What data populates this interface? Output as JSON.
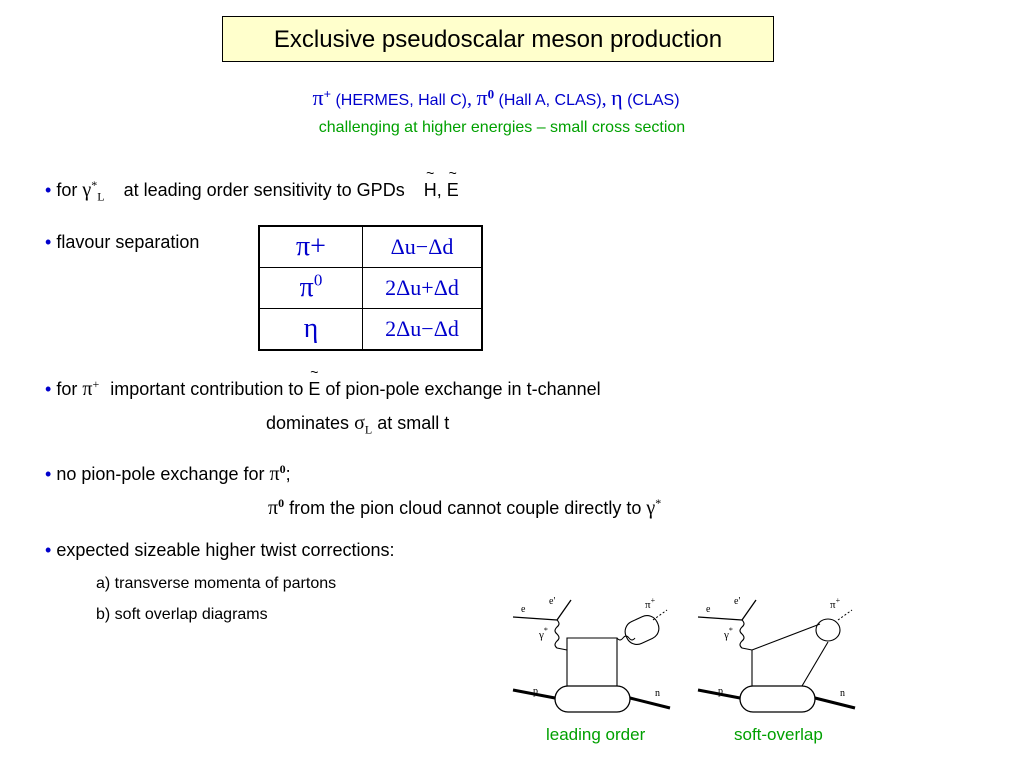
{
  "title": "Exclusive pseudoscalar meson production",
  "subtitle": {
    "pi_plus_sym": "π",
    "pi_plus_sup": "+",
    "pi_plus_src": "(HERMES, Hall C)",
    "comma": ",",
    "pi_zero_sym": "π",
    "pi_zero_sup": "0",
    "pi_zero_src": "(Hall A, CLAS)",
    "eta_sym": "η",
    "eta_src": "(CLAS)"
  },
  "note": "challenging at higher energies – small cross section",
  "bullets": {
    "b1": {
      "prefix": "for",
      "gamma": "γ",
      "sup": "*",
      "sub": "L",
      "text": "at leading order sensitivity to GPDs",
      "H": "H",
      "sep": ", ",
      "E": "E"
    },
    "b2": {
      "text": "flavour separation"
    },
    "b3": {
      "prefix": "for",
      "pi": "π",
      "sup": "+",
      "text": "important contribution to",
      "E": "E",
      "text2": "of pion-pole exchange in t-channel",
      "l2_a": "dominates",
      "sigma": "σ",
      "sub": "L",
      "l2_b": "at small t"
    },
    "b4": {
      "text": "no pion-pole exchange for",
      "pi": "π",
      "sup": "0",
      "semi": ";",
      "l2_pi": "π",
      "l2_sup": "0",
      "l2_text": "from the pion cloud cannot couple directly to",
      "l2_gamma": "γ",
      "l2_gsup": "*"
    },
    "b5": {
      "text": "expected sizeable higher twist corrections:",
      "a": "a) transverse momenta of partons",
      "b": "b) soft overlap diagrams"
    }
  },
  "table": {
    "rows": [
      {
        "meson": "π+",
        "sup": "",
        "flavour": "Δu−Δd"
      },
      {
        "meson": "π",
        "sup": "0",
        "flavour": "2Δu+Δd"
      },
      {
        "meson": "η",
        "sup": "",
        "flavour": "2Δu−Δd"
      }
    ]
  },
  "diagrams": {
    "labels": {
      "e_in": "e",
      "e_out": "e'",
      "gamma": "γ",
      "gamma_sup": "*",
      "pi": "π",
      "pi_sup": "+",
      "p": "p",
      "n": "n"
    },
    "captions": {
      "left": "leading order",
      "right": "soft-overlap"
    }
  },
  "colors": {
    "accent": "#0000cc",
    "note": "#00a000",
    "title_bg": "#ffffcc"
  }
}
